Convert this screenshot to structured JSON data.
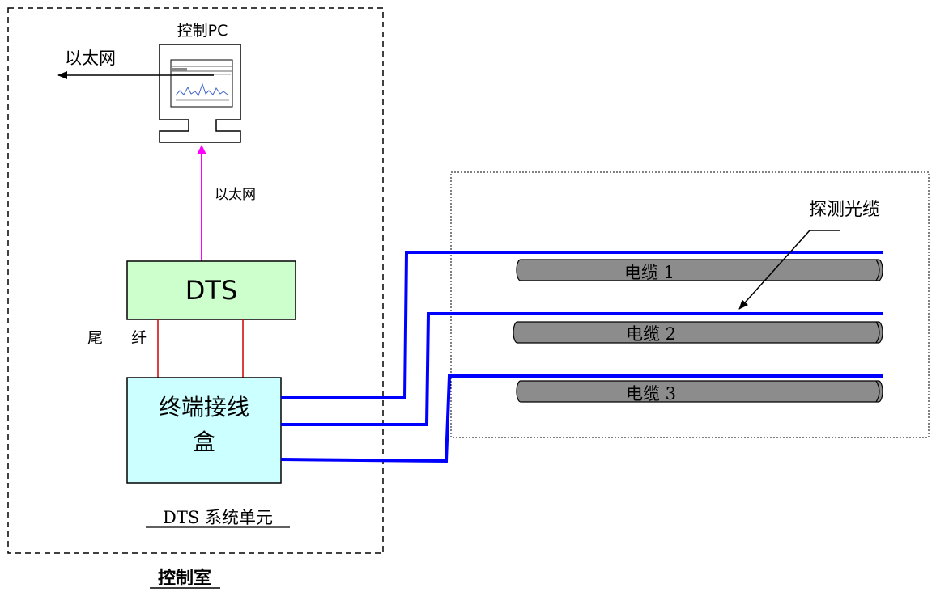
{
  "labels": {
    "pc_title": "控制PC",
    "ethernet_top": "以太网",
    "ethernet_mid": "以太网",
    "dts_box": "DTS",
    "pigtail_left": "尾",
    "pigtail_right": "纤",
    "terminal_box_line1": "终端接线",
    "terminal_box_line2": "盒",
    "dts_unit": "DTS 系统单元",
    "control_room": "控制室",
    "sensing_cable": "探测光缆",
    "cable_1": "电缆 1",
    "cable_2": "电缆 2",
    "cable_3": "电缆 3"
  },
  "colors": {
    "dts_fill": "#ccffcc",
    "terminal_fill": "#ccffff",
    "fiber": "#0000ff",
    "ethernet_link": "#ff00ff",
    "pigtail": "#cc0000",
    "cable_fill": "#8c8c8c"
  }
}
